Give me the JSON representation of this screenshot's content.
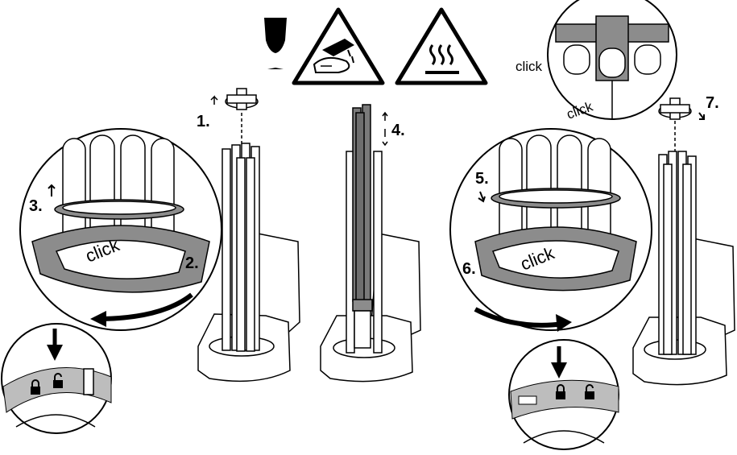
{
  "warnings": {
    "fragile_icon": "fragile-glass-icon",
    "corrosive_icon": "corrosive-hazard-icon",
    "hot_surface_icon": "hot-surface-icon"
  },
  "steps": {
    "s1": "1.",
    "s2": "2.",
    "s3": "3.",
    "s4": "4.",
    "s5": "5.",
    "s6": "6.",
    "s7": "7."
  },
  "sounds": {
    "click_a": "click",
    "click_b": "click",
    "click_c": "click",
    "click_d": "click"
  },
  "colors": {
    "outline": "#000000",
    "ring_gray": "#8c8c8c",
    "dark_tube": "#7a7a7a",
    "lock_band": "#bdbdbd"
  }
}
